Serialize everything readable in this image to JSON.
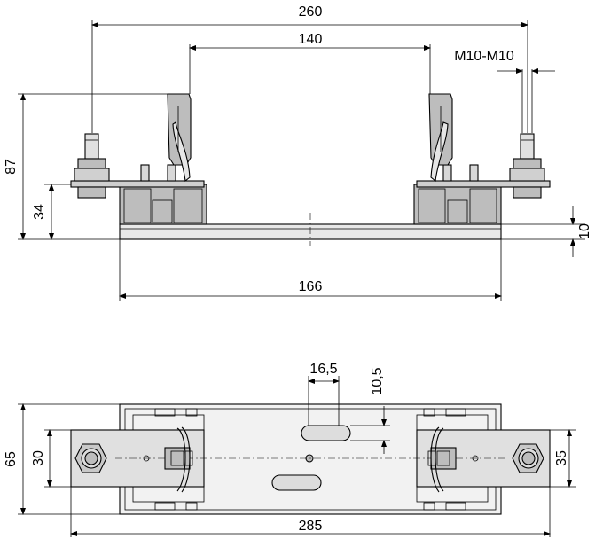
{
  "dimensions": {
    "front_overall_width": "260",
    "front_inner_width": "140",
    "front_thread": "M10-M10",
    "front_height": "87",
    "front_terminal_height": "34",
    "front_base_thickness": "10",
    "front_base_width": "166",
    "top_slot_width": "16,5",
    "top_slot_height": "10,5",
    "top_overall_height": "65",
    "top_plate_height_left": "30",
    "top_plate_height_right": "35",
    "top_overall_length": "285"
  },
  "colors": {
    "line": "#000000",
    "fill_light": "#e6e6e6",
    "fill_mid": "#bdbdbd",
    "fill_dark": "#8a8a8a"
  }
}
